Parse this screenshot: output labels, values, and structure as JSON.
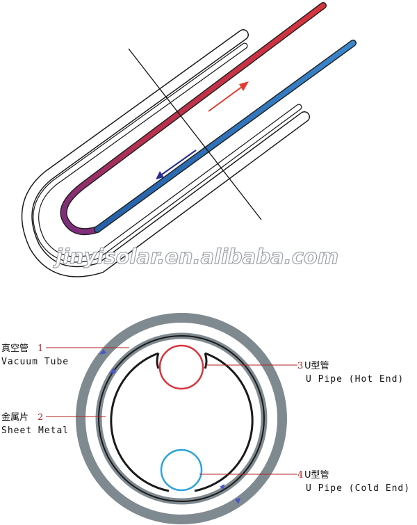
{
  "watermark": "jinyisolar.en.alibaba.com",
  "labels": [
    {
      "cn": "真空管",
      "num": "1",
      "en": "Vacuum Tube"
    },
    {
      "cn": "金属片",
      "num": "2",
      "en": "Sheet Metal"
    },
    {
      "cn": "U型管",
      "num": "3",
      "en": "U Pipe (Hot End)"
    },
    {
      "cn": "U型管",
      "num": "4",
      "en": "U Pipe (Cold End)"
    }
  ],
  "colors": {
    "hot": "#d8343c",
    "cold": "#2f7fc7",
    "tube": "#7f8a90",
    "outline": "#1a1a1a",
    "leader": "#b22222",
    "arrow_hot": "#e23b2f",
    "arrow_cold": "#2a2f8f"
  }
}
